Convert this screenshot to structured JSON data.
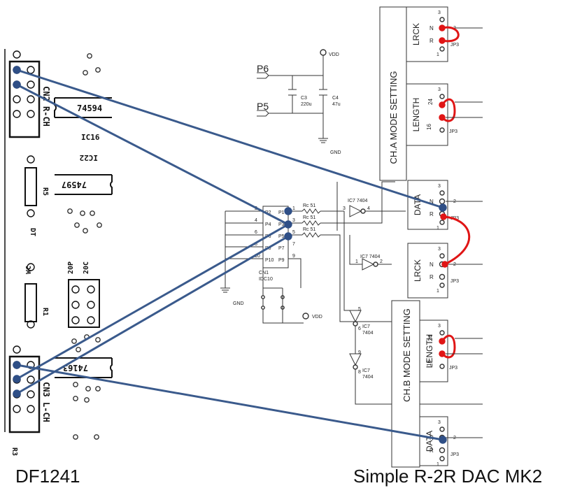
{
  "captions": {
    "left": "DF1241",
    "right": "Simple R-2R DAC MK2"
  },
  "pcb": {
    "connectors": [
      {
        "id": "cn2",
        "label": "CN2 R-CH"
      },
      {
        "id": "cn3",
        "label": "CN3 L-CH"
      }
    ],
    "ics": [
      {
        "id": "ic1",
        "label": "74594"
      },
      {
        "id": "ic2",
        "label": "74597"
      },
      {
        "id": "ic3",
        "label": "74163"
      }
    ],
    "refs": [
      "IC16",
      "IC22",
      "R5",
      "DT",
      "WC",
      "R1",
      "20P",
      "20C",
      "R3"
    ]
  },
  "schematic": {
    "nets": [
      "P6",
      "P5",
      "VDD",
      "GND"
    ],
    "caps": [
      {
        "ref": "C3",
        "value": "220u"
      },
      {
        "ref": "C4",
        "value": "47u"
      }
    ],
    "header": {
      "ref": "CN1",
      "type": "IDC10",
      "pins_left": [
        "P2",
        "P4",
        "P6",
        "P8",
        "P10"
      ],
      "pins_right": [
        "P1",
        "P3",
        "P5",
        "P7",
        "P9"
      ],
      "nums_left": [
        "2",
        "4",
        "6",
        "8",
        "10"
      ],
      "nums_right": [
        "1",
        "3",
        "5",
        "7",
        "9"
      ]
    },
    "resistors": [
      {
        "ref": "Rc",
        "value": "51"
      },
      {
        "ref": "Rc",
        "value": "51"
      },
      {
        "ref": "Rc",
        "value": "51"
      }
    ],
    "inverter": {
      "ref": "IC7",
      "part": "7404"
    },
    "inverter_pins": [
      "3",
      "4",
      "1",
      "2",
      "5",
      "6",
      "9",
      "8"
    ],
    "mode_sections": [
      "CH.A MODE SETTING",
      "CH.B MODE SETTING"
    ],
    "jumper_blocks": [
      "LRCK",
      "LENGTH",
      "DATA"
    ],
    "jumper_pin_labels": {
      "n": "N",
      "r": "R",
      "pin2": "2",
      "pin3": "3",
      "pin1": "1",
      "v24": "24",
      "v16": "16",
      "jp": "JP3"
    }
  },
  "colors": {
    "wire": "#3a5a8c",
    "jumper": "#e01515",
    "dot": "#2f4f86",
    "line": "#333333"
  }
}
